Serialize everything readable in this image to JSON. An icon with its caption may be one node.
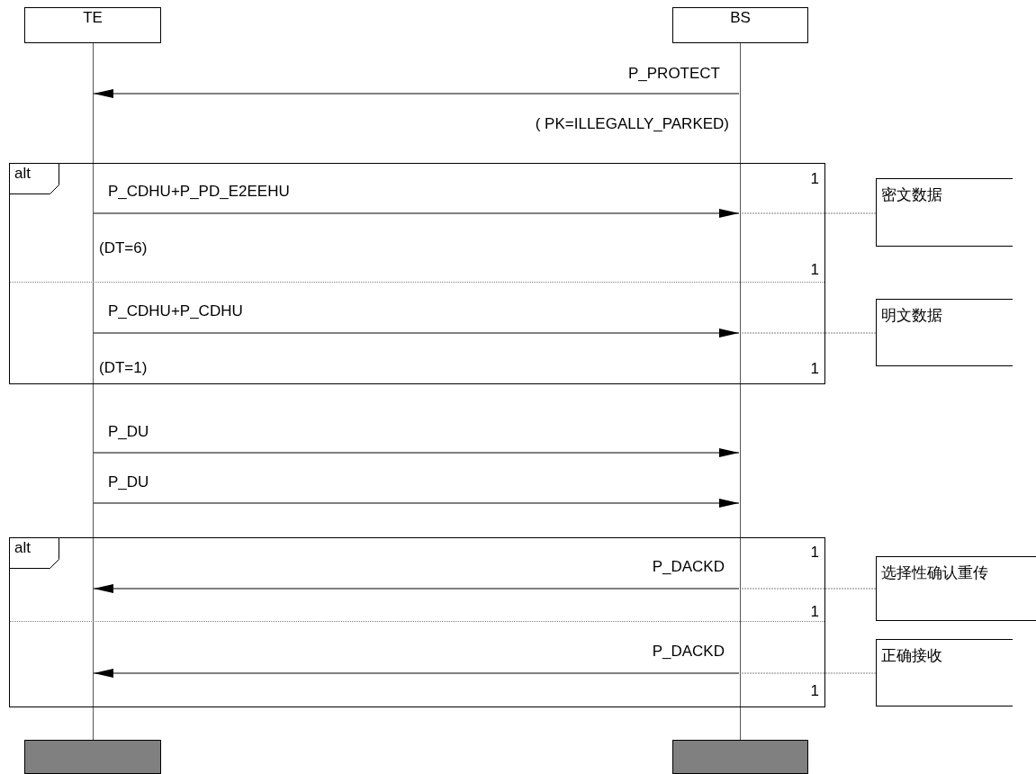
{
  "diagram": {
    "nodes": [
      {
        "text": [
          "TE"
        ]
      },
      {
        "text": [
          "BS"
        ]
      },
      {
        "text": [],
        "shape": "line"
      },
      {
        "text": [],
        "shape": "line"
      },
      {
        "text": [
          "alt"
        ]
      },
      {
        "text": [
          "alt"
        ]
      },
      {
        "text": [
          "密文数据"
        ]
      },
      {
        "text": [
          "明文数据"
        ]
      },
      {
        "text": [
          "选择性确认重传"
        ]
      },
      {
        "text": [
          "正确接收"
        ]
      },
      {
        "text": [],
        "shape": "box"
      },
      {
        "text": [],
        "shape": "box"
      }
    ],
    "edges": [
      {
        "from": 3,
        "to": 2,
        "arrow": "to",
        "label": "P_PROTECT"
      },
      {
        "from": 2,
        "to": 3,
        "arrow": "to",
        "label": "P_CDHU+P_PD_E2EEHU"
      },
      {
        "from": 6,
        "to": 3,
        "arrow": "none",
        "style": "dashed",
        "color": "#808080"
      },
      {
        "from": 2,
        "to": 3,
        "arrow": "to",
        "label": "P_CDHU+P_CDHU"
      },
      {
        "from": 7,
        "to": 3,
        "arrow": "none",
        "style": "dashed",
        "color": "#808080"
      },
      {
        "from": 2,
        "to": 3,
        "arrow": "to",
        "label": "P_DU"
      },
      {
        "from": 2,
        "to": 3,
        "arrow": "to",
        "label": "P_DU"
      },
      {
        "from": 3,
        "to": 2,
        "arrow": "to",
        "label": "P_DACKD"
      },
      {
        "from": 8,
        "to": 3,
        "arrow": "none",
        "style": "dashed",
        "color": "#808080"
      },
      {
        "from": 3,
        "to": 2,
        "arrow": "to",
        "label": "P_DACKD"
      },
      {
        "from": 9,
        "to": 3,
        "arrow": "none",
        "style": "dashed",
        "color": "#808080"
      }
    ],
    "labels": [
      "( PK=ILLEGALLY_PARKED)",
      "1",
      "(DT=6)",
      "1",
      "(DT=1)",
      "1",
      "1",
      "1",
      "1"
    ]
  }
}
